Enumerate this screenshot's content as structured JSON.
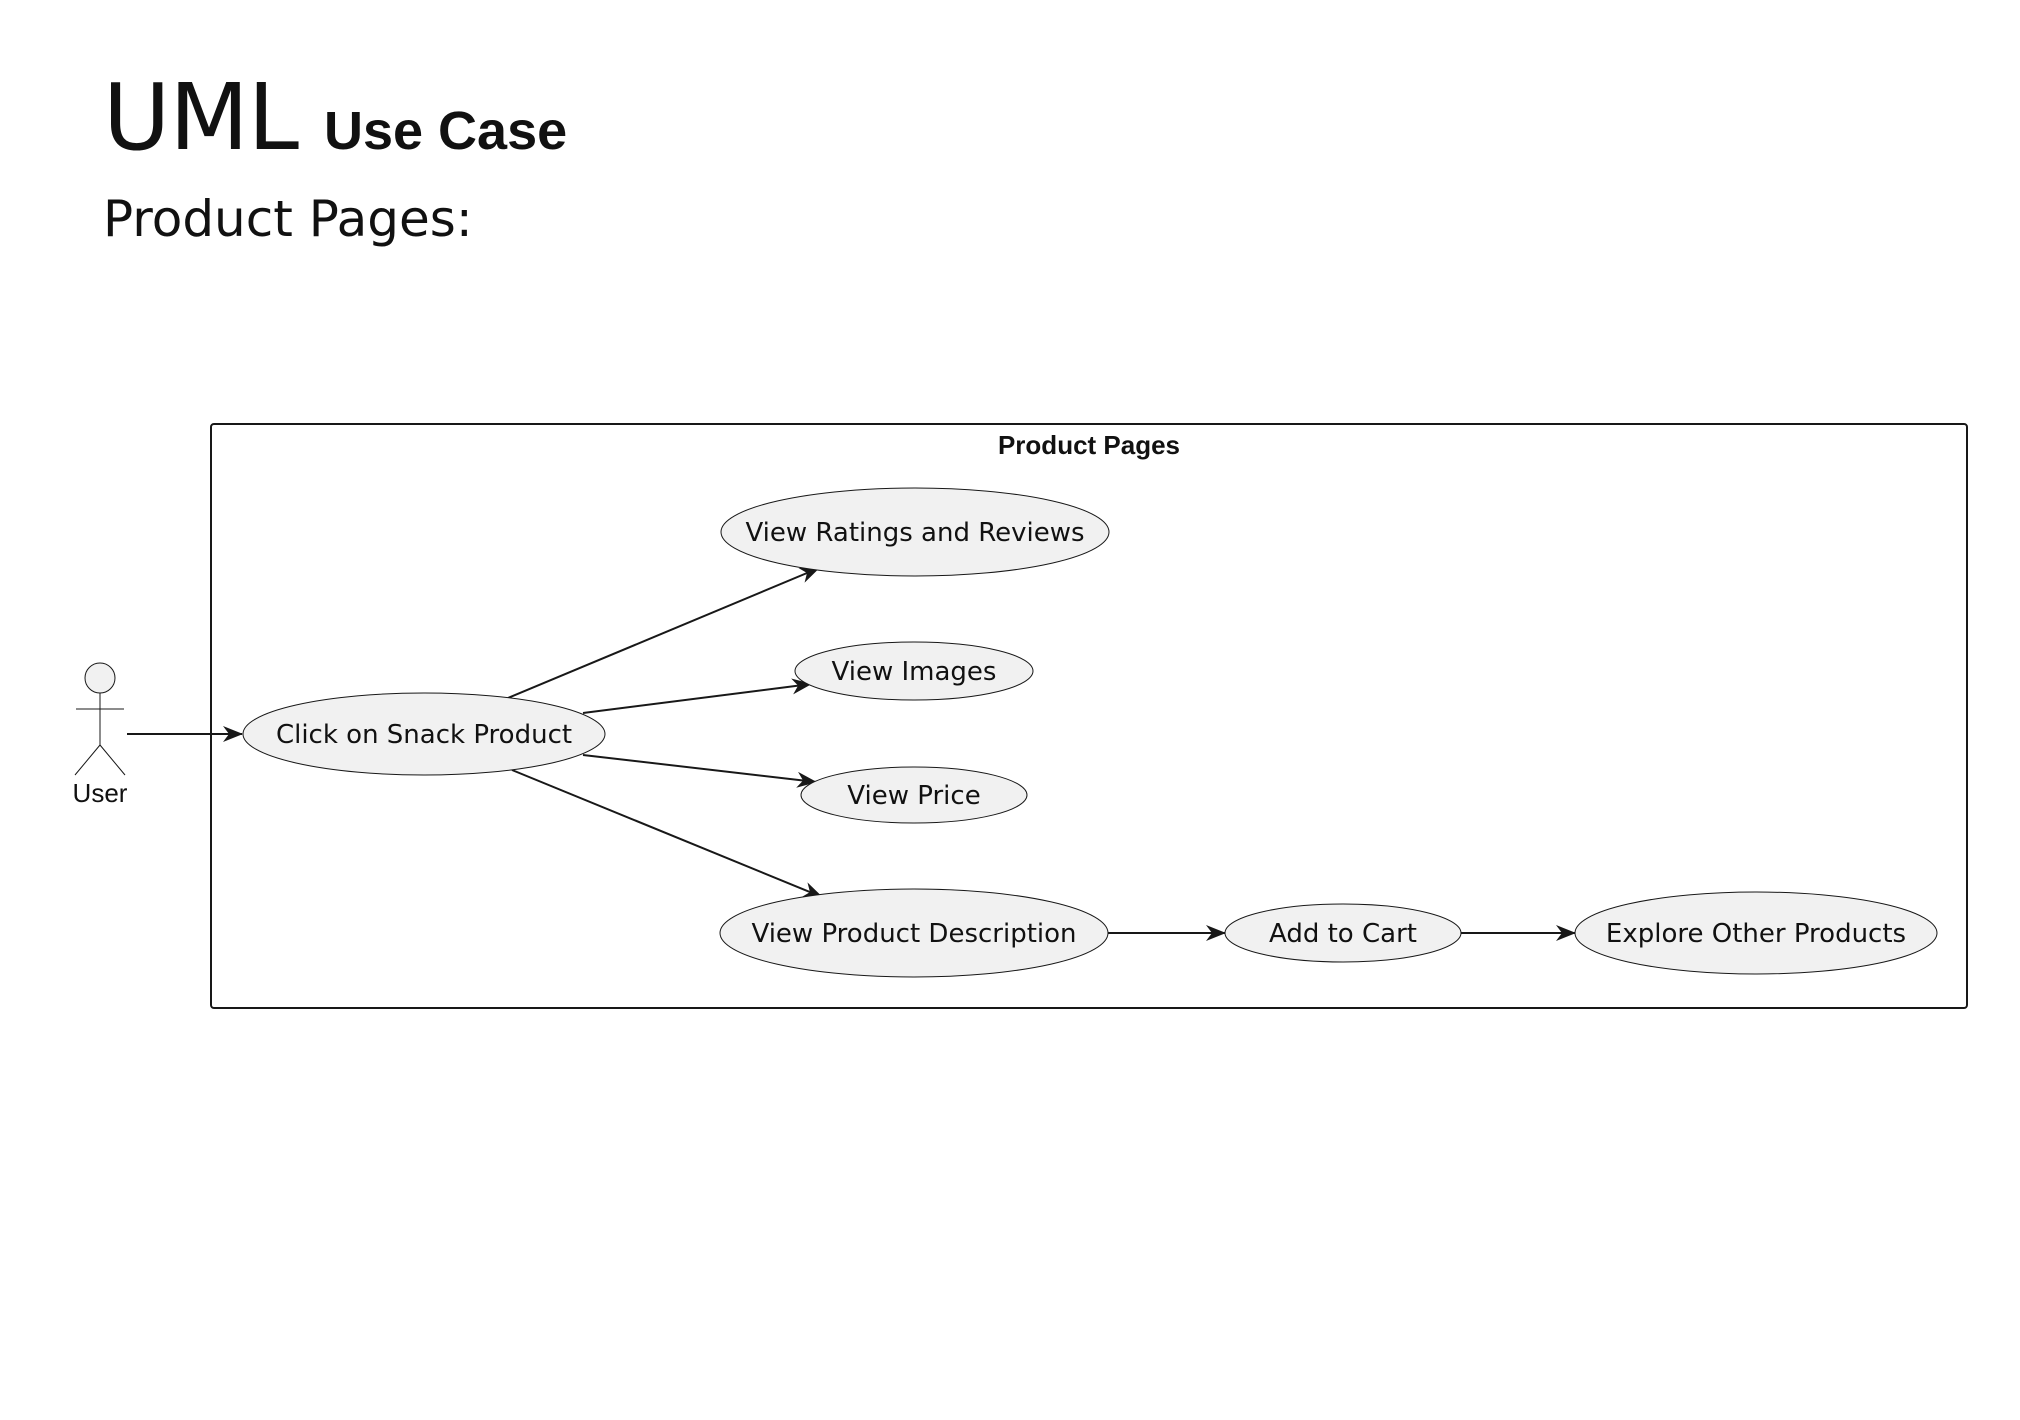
{
  "header": {
    "title": "UML",
    "title_sub": "Use Case",
    "subtitle": "Product Pages:"
  },
  "diagram": {
    "boundary_label": "Product Pages",
    "actor": {
      "label": "User"
    },
    "use_cases": {
      "click_snack": "Click on Snack Product",
      "ratings": "View Ratings and Reviews",
      "images": "View Images",
      "price": "View Price",
      "description": "View Product Description",
      "add_cart": "Add to Cart",
      "explore": "Explore Other Products"
    },
    "relations": [
      {
        "from": "User",
        "to": "Click on Snack Product"
      },
      {
        "from": "Click on Snack Product",
        "to": "View Ratings and Reviews"
      },
      {
        "from": "Click on Snack Product",
        "to": "View Images"
      },
      {
        "from": "Click on Snack Product",
        "to": "View Price"
      },
      {
        "from": "Click on Snack Product",
        "to": "View Product Description"
      },
      {
        "from": "View Product Description",
        "to": "Add to Cart"
      },
      {
        "from": "Add to Cart",
        "to": "Explore Other Products"
      }
    ]
  }
}
